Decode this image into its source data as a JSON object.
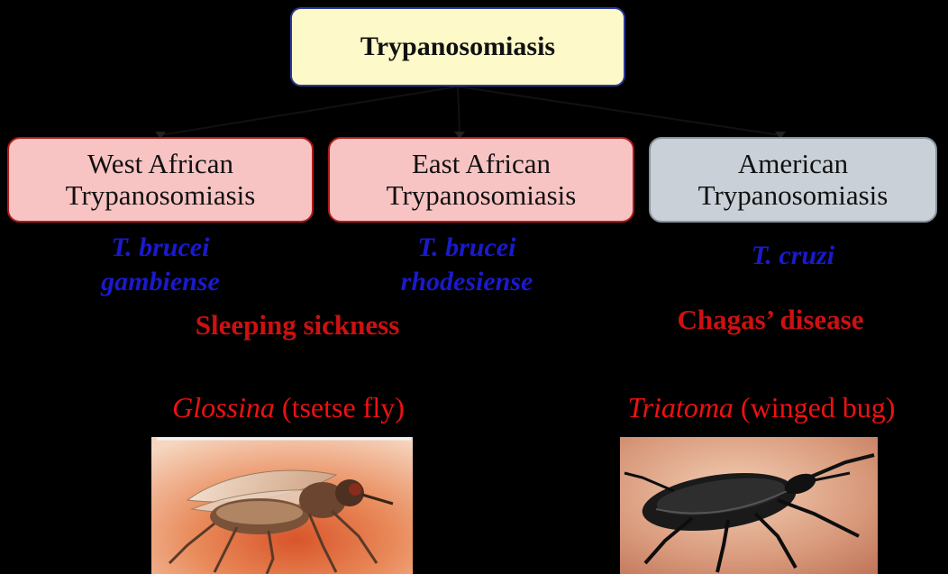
{
  "root": {
    "label": "Trypanosomiasis"
  },
  "categories": [
    {
      "line1": "West African",
      "line2": "Trypanosomiasis"
    },
    {
      "line1": "East African",
      "line2": "Trypanosomiasis"
    },
    {
      "line1": "American",
      "line2": "Trypanosomiasis"
    }
  ],
  "species": [
    {
      "line1": "T. brucei",
      "line2": "gambiense"
    },
    {
      "line1": "T. brucei",
      "line2": "rhodesiense"
    },
    {
      "line1": "T. cruzi"
    }
  ],
  "diseases": {
    "african": "Sleeping sickness",
    "american": "Chagas’ disease"
  },
  "vectors": {
    "african": {
      "genus": "Glossina",
      "common": " (tsetse fly)"
    },
    "american": {
      "genus": "Triatoma",
      "common": " (winged bug)"
    }
  },
  "colors": {
    "root_fill": "#fdf9c8",
    "root_border": "#2a3a9a",
    "african_fill": "#f8c3c3",
    "african_border": "#b11a1a",
    "american_fill": "#c9d0d8",
    "species_text": "#1a1acc",
    "disease_text": "#cc1111",
    "vector_text": "#ee1111",
    "background": "#000000"
  },
  "icons": {
    "african_photo": "tsetse-fly-photo",
    "american_photo": "triatoma-bug-photo"
  }
}
